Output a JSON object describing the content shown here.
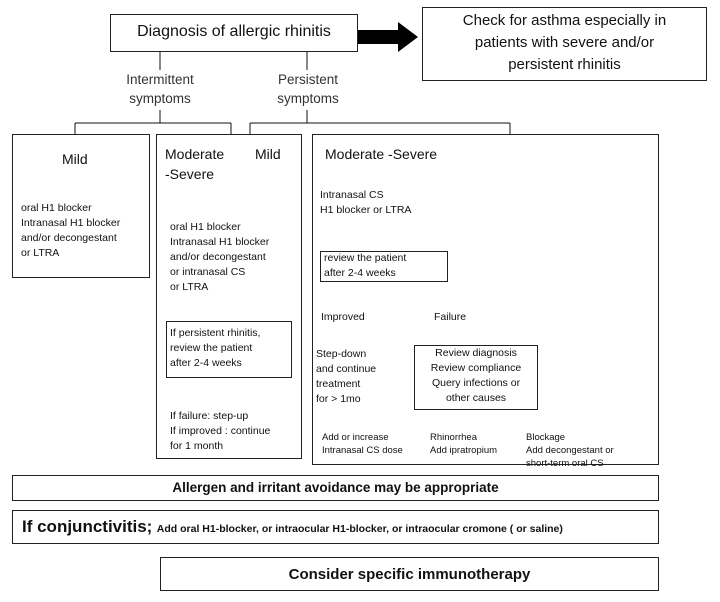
{
  "top": {
    "diagnosis": "Diagnosis of allergic rhinitis",
    "asthma_check": [
      "Check for asthma especially in",
      "patients with severe and/or",
      "persistent  rhinitis"
    ]
  },
  "branches": {
    "intermittent": [
      "Intermittent",
      "symptoms"
    ],
    "persistent": [
      "Persistent",
      "symptoms"
    ]
  },
  "mild_intermittent": {
    "title": "Mild",
    "treatment": [
      "oral H1 blocker",
      "Intranasal H1 blocker",
      "and/or decongestant",
      "or LTRA"
    ]
  },
  "middle_column": {
    "title_moderate": [
      "Moderate",
      "-Severe"
    ],
    "title_mild": "Mild",
    "treatment": [
      "oral H1 blocker",
      "Intranasal H1 blocker",
      "and/or decongestant",
      "or intranasal CS",
      "or LTRA"
    ],
    "review": [
      "If persistent rhinitis,",
      "review the patient",
      "after 2-4 weeks"
    ],
    "outcome": [
      "If failure: step-up",
      "If improved : continue",
      "for 1 month"
    ]
  },
  "right_column": {
    "title": "Moderate -Severe",
    "treatment": [
      "Intranasal CS",
      "H1 blocker or LTRA"
    ],
    "review": [
      "review the patient",
      "after 2-4 weeks"
    ],
    "improved": "Improved",
    "failure": "Failure",
    "step_down": [
      "Step-down",
      "and continue",
      "treatment",
      "for > 1mo"
    ],
    "failure_actions": [
      "Review diagnosis",
      "Review compliance",
      "Query infections or",
      "other causes"
    ],
    "outcome_1": [
      "Add or increase",
      "Intranasal CS dose"
    ],
    "outcome_2": [
      "Rhinorrhea",
      "Add ipratropium"
    ],
    "outcome_3": [
      "Blockage",
      "Add decongestant or",
      "short-term oral CS"
    ]
  },
  "bottom": {
    "allergen": "Allergen and irritant avoidance may be appropriate",
    "conj_label": "If conjunctivitis;",
    "conj_text": "Add oral H1-blocker, or intraocular H1-blocker, or intraocular cromone ( or saline)",
    "immunotherapy": "Consider specific immunotherapy"
  }
}
